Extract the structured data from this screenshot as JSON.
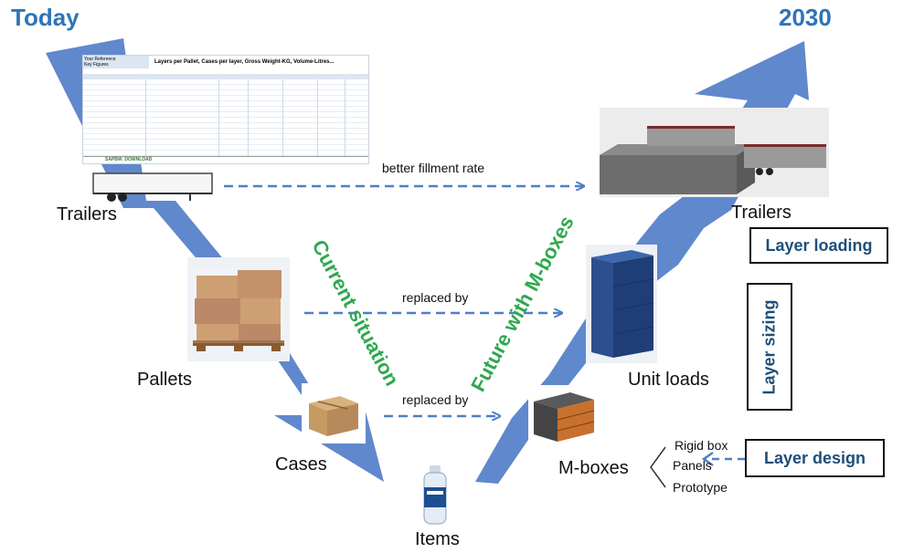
{
  "titles": {
    "left": "Today",
    "right": "2030"
  },
  "nodes": {
    "trailers_left": "Trailers",
    "pallets": "Pallets",
    "cases": "Cases",
    "items": "Items",
    "mboxes": "M-boxes",
    "unit_loads": "Unit loads",
    "trailers_right": "Trailers"
  },
  "connectors": {
    "top": "better fillment rate",
    "middle": "replaced by",
    "lower": "replaced by"
  },
  "diagonal_labels": {
    "current": "Current situation",
    "future": "Future with M-boxes"
  },
  "layer_boxes": {
    "loading": "Layer loading",
    "sizing": "Layer sizing",
    "design": "Layer design"
  },
  "mbox_options": [
    "Rigid box",
    "Panels",
    "Prototype"
  ],
  "spreadsheet": {
    "ref_label": "Your Reference",
    "key_label": "Key Figures",
    "header": "Layers per Pallet, Cases per layer, Gross Weight-KG, Volume-Litres...",
    "tab": "SAPBW_DOWNLOAD"
  },
  "colors": {
    "title": "#2e75b6",
    "arrow": "#4472c4",
    "green": "#2fa84f",
    "box_text": "#1f4e79"
  }
}
